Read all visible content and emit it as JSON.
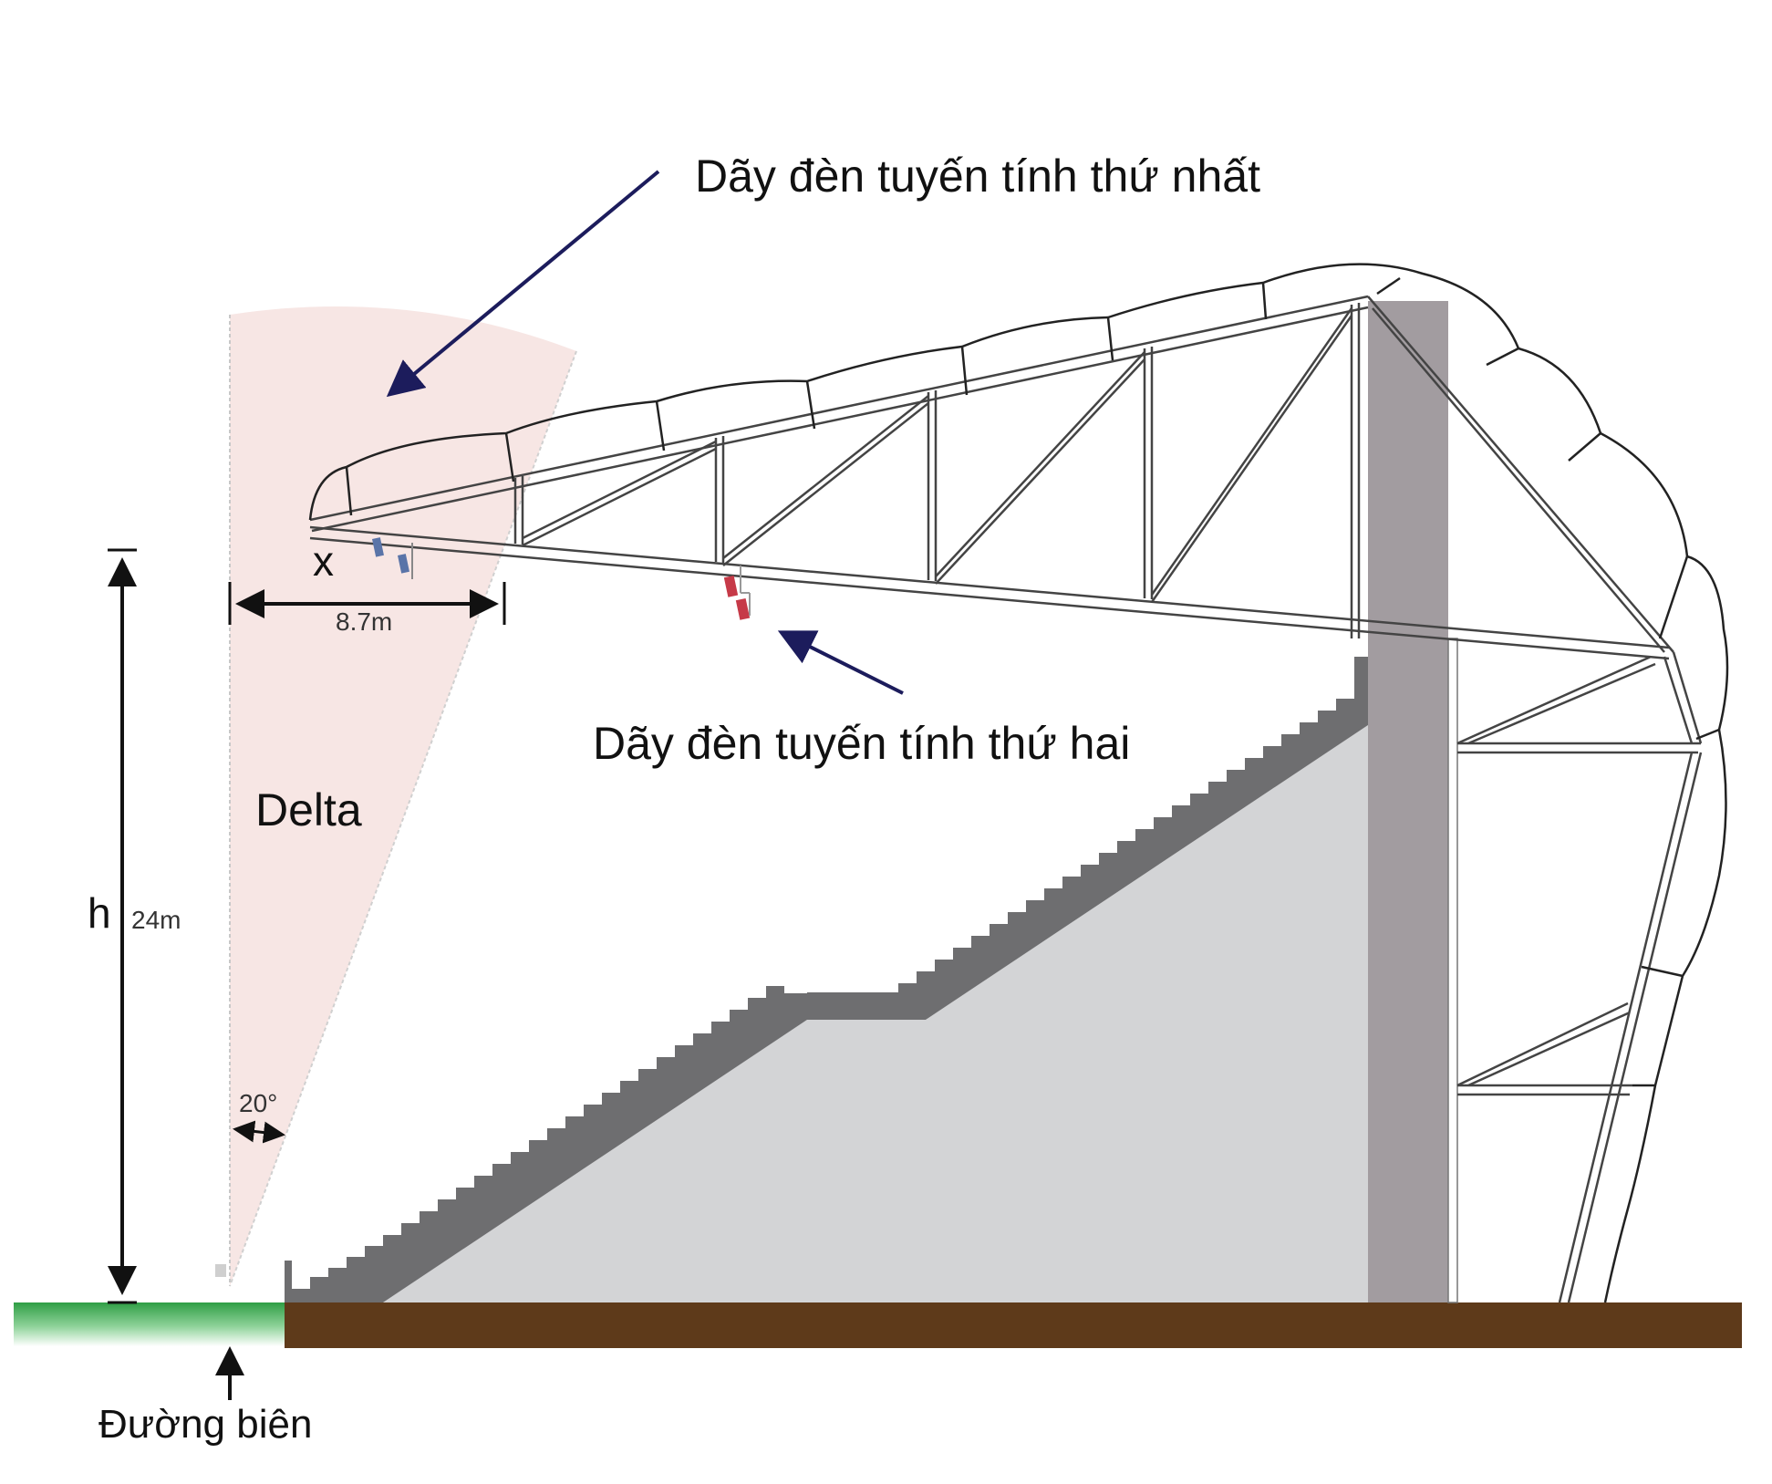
{
  "diagram": {
    "type": "stadium-cross-section-lighting",
    "labels": {
      "first_array": "Dãy đèn tuyến tính thứ nhất",
      "second_array": "Dãy đèn tuyến tính thứ hai",
      "delta_zone": "Delta",
      "offset_var": "x",
      "offset_value": "8.7m",
      "height_var": "h",
      "height_value": "24m",
      "angle_value": "20°",
      "touchline": "Đường biên"
    },
    "colors": {
      "delta_fill": "#f7e6e4",
      "pitch_green": "#3fae4f",
      "ground_brown": "#5e3a1a",
      "stand_dark": "#6e6e70",
      "stand_light": "#d3d4d6",
      "column": "#a29ca0",
      "arrow_navy": "#1c1c5c",
      "lamp_blue": "#5a74a8",
      "lamp_red": "#c63a48",
      "line": "#222222"
    }
  }
}
